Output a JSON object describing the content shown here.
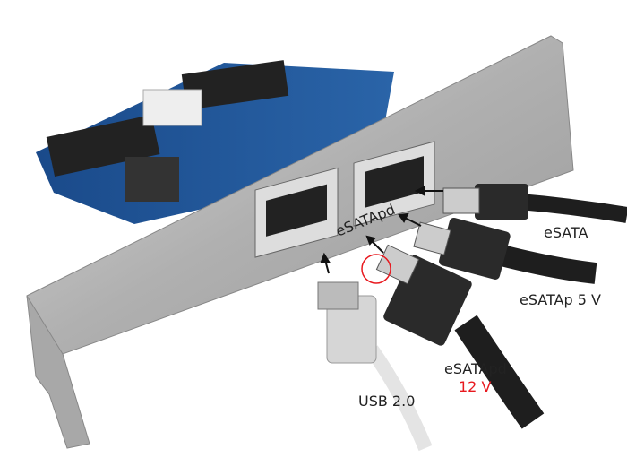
{
  "labels": {
    "esata": "eSATA",
    "esatap": "eSATAp 5 V",
    "esatapd_port": "eSATApd",
    "esatapd_cable": "eSATApd",
    "voltage_12v": "12 V",
    "usb": "USB 2.0"
  },
  "colors": {
    "voltage_highlight": "#e8191f",
    "pcb": "#1f4f8f",
    "bracket": "#b5b5b5",
    "cable": "#1e1e1e",
    "usb_plug": "#d6d6d6"
  }
}
